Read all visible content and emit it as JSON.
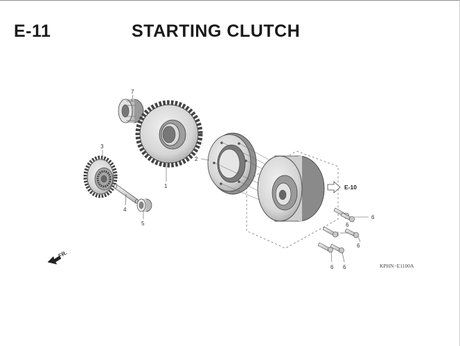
{
  "header": {
    "section_code": "E-11",
    "section_title": "STARTING CLUTCH"
  },
  "diagram": {
    "callouts": {
      "p1": "1",
      "p2": "2",
      "p3": "3",
      "p4": "4",
      "p5": "5",
      "p7": "7",
      "p6a": "6",
      "p6b": "6",
      "p6c": "6",
      "p6d": "6",
      "p6e": "6"
    },
    "ref_label": "E-10",
    "front_label": "FR.",
    "drawing_code": "KPHN−E1100A"
  },
  "colors": {
    "line": "#444444",
    "light_fill": "#e8e8e8",
    "mid_fill": "#cfcfcf",
    "dark_fill": "#8c8c8c",
    "dashed": "#777777"
  }
}
